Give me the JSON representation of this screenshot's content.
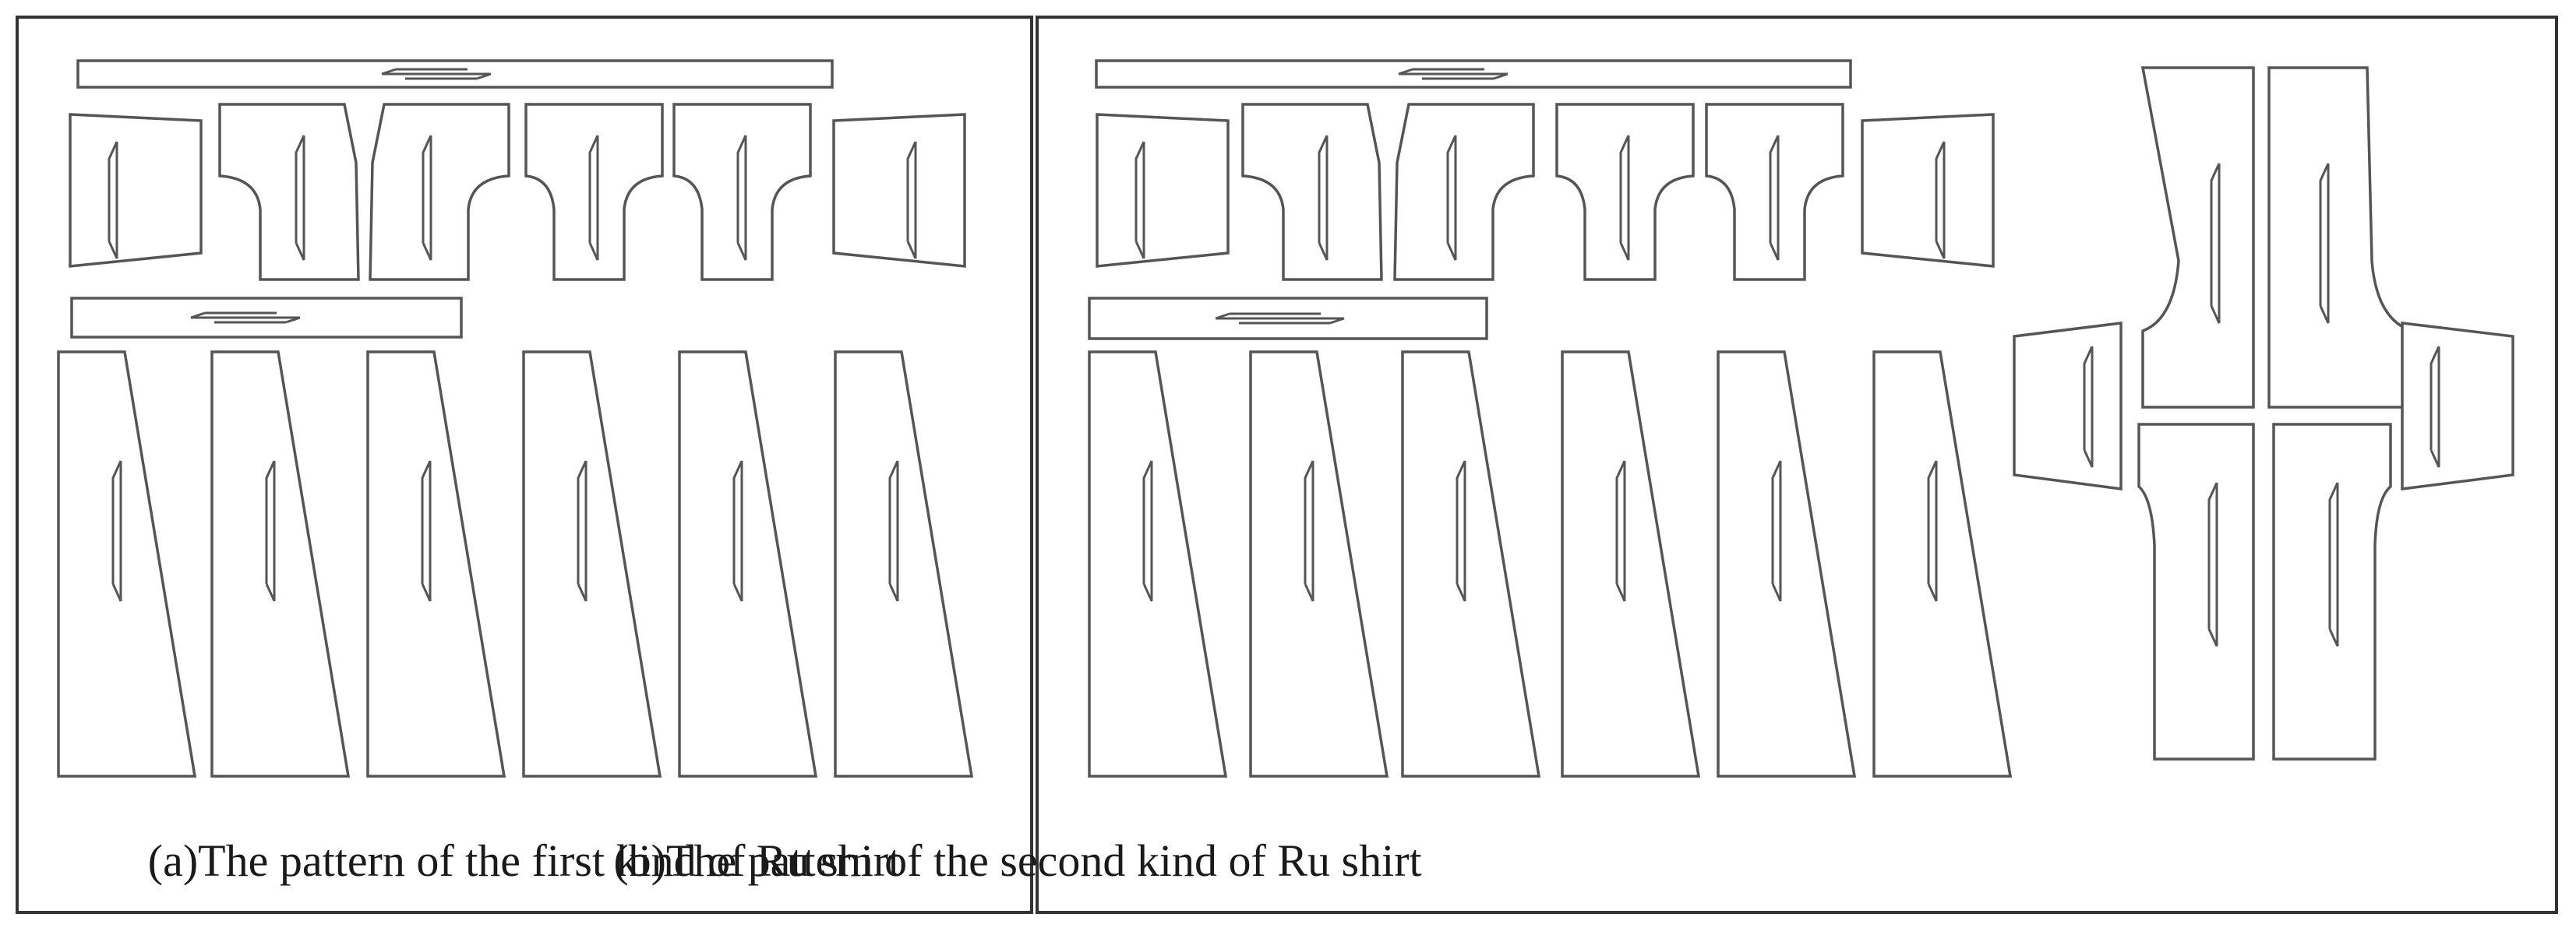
{
  "panels": [
    {
      "id": "a",
      "caption": "(a)The pattern of the first kind of Ru shirt"
    },
    {
      "id": "b",
      "caption": "(b)The pattern of the second kind of Ru shirt"
    }
  ],
  "colors": {
    "stroke": "#555555",
    "frame": "#333333",
    "background": "#ffffff",
    "text": "#1a1a1a"
  }
}
